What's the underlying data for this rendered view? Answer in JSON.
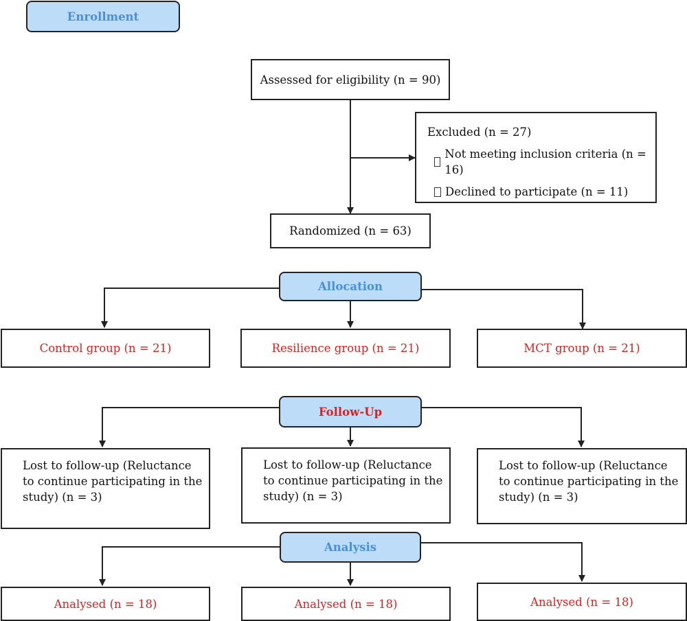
{
  "stages": {
    "enrollment": "Enrollment",
    "allocation": "Allocation",
    "follow_up": "Follow-Up",
    "analysis": "Analysis"
  },
  "enrollment": {
    "assessed": "Assessed for eligibility (n = 90)",
    "excluded": {
      "title": "Excluded (n = 27)",
      "items": [
        "Not meeting inclusion criteria (n = 16)",
        "Declined to participate (n = 11)"
      ]
    },
    "randomized": "Randomized (n = 63)"
  },
  "groups": [
    {
      "allocation": "Control group (n = 21)",
      "lost": "Lost to follow-up (Reluctance to continue participating in the study) (n = 3)",
      "analysed": "Analysed (n = 18)"
    },
    {
      "allocation": "Resilience group (n = 21)",
      "lost": "Lost to follow-up (Reluctance to continue participating in the study) (n = 3)",
      "analysed": "Analysed (n = 18)"
    },
    {
      "allocation": "MCT group (n = 21)",
      "lost": "Lost to follow-up (Reluctance to continue participating in the study) (n = 3)",
      "analysed": "Analysed (n = 18)"
    }
  ],
  "colors": {
    "stage_fill": "#bcdcf7",
    "stage_text": "#4a90d9",
    "highlight_text": "#e02020",
    "line": "#222222"
  }
}
